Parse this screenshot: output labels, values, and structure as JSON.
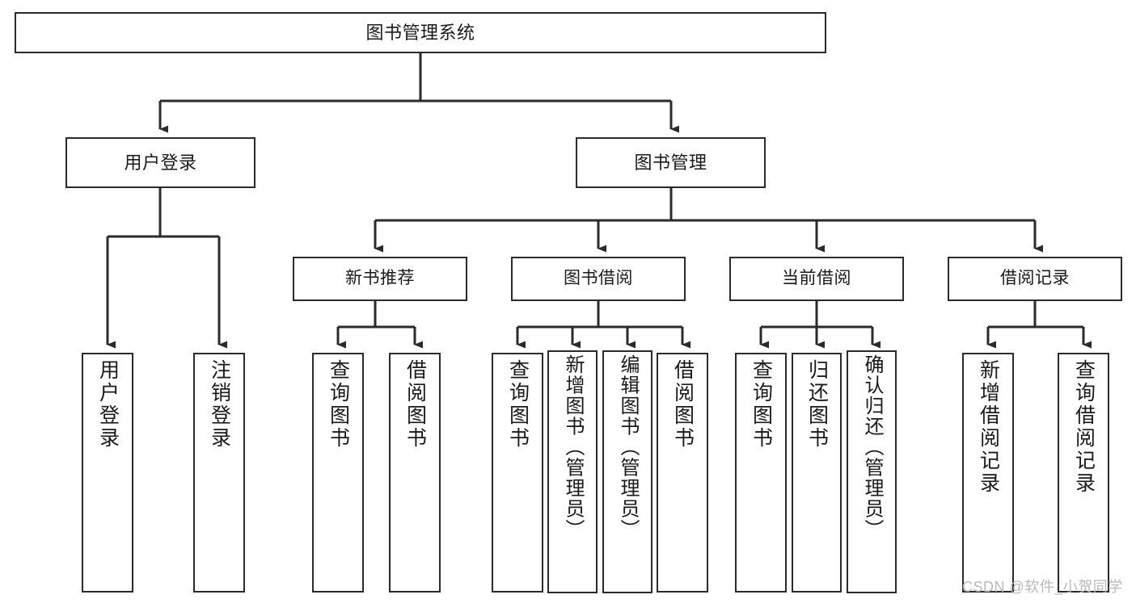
{
  "diagram": {
    "title": "图书管理系统",
    "type": "功能结构图",
    "root": {
      "id": "root",
      "label": "图书管理系统"
    },
    "level2": [
      {
        "id": "user-login",
        "label": "用户登录"
      },
      {
        "id": "book-manage",
        "label": "图书管理"
      }
    ],
    "level3": [
      {
        "id": "new-book-recommend",
        "label": "新书推荐",
        "parent": "book-manage"
      },
      {
        "id": "book-borrow",
        "label": "图书借阅",
        "parent": "book-manage"
      },
      {
        "id": "current-borrow",
        "label": "当前借阅",
        "parent": "book-manage"
      },
      {
        "id": "borrow-record",
        "label": "借阅记录",
        "parent": "book-manage"
      }
    ],
    "leaves": [
      {
        "id": "leaf-user-login",
        "label": "用户登录",
        "parent": "user-login"
      },
      {
        "id": "leaf-logout-login",
        "label": "注销登录",
        "parent": "user-login"
      },
      {
        "id": "leaf-query-book-1",
        "label": "查询图书",
        "parent": "new-book-recommend"
      },
      {
        "id": "leaf-borrow-book-1",
        "label": "借阅图书",
        "parent": "new-book-recommend"
      },
      {
        "id": "leaf-query-book-2",
        "label": "查询图书",
        "parent": "book-borrow"
      },
      {
        "id": "leaf-add-book",
        "label": "新增图书（管理员）",
        "parent": "book-borrow"
      },
      {
        "id": "leaf-edit-book",
        "label": "编辑图书（管理员）",
        "parent": "book-borrow"
      },
      {
        "id": "leaf-borrow-book-2",
        "label": "借阅图书",
        "parent": "book-borrow"
      },
      {
        "id": "leaf-query-book-3",
        "label": "查询图书",
        "parent": "current-borrow"
      },
      {
        "id": "leaf-return-book",
        "label": "归还图书",
        "parent": "current-borrow"
      },
      {
        "id": "leaf-confirm-return",
        "label": "确认归还（管理员）",
        "parent": "current-borrow"
      },
      {
        "id": "leaf-add-record",
        "label": "新增借阅记录",
        "parent": "borrow-record"
      },
      {
        "id": "leaf-query-record",
        "label": "查询借阅记录",
        "parent": "borrow-record"
      }
    ],
    "watermark": "CSDN @软件_小贺同学",
    "colors": {
      "stroke": "#2b2b2b",
      "background": "#ffffff",
      "text": "#1a1a1a",
      "watermark": "#b9b9b9"
    }
  }
}
